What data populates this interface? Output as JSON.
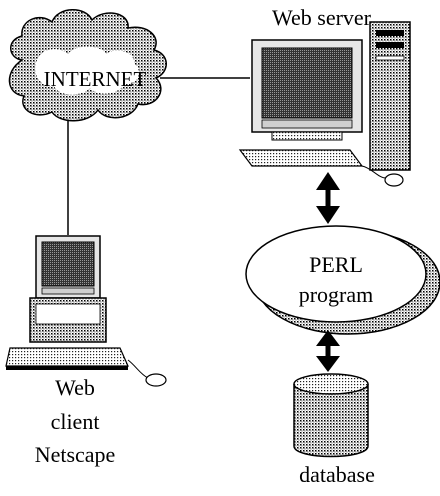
{
  "diagram": {
    "web_server_label": "Web server",
    "internet_label": "INTERNET",
    "perl_label_line1": "PERL",
    "perl_label_line2": "program",
    "client_label_line1": "Web",
    "client_label_line2": "client",
    "client_label_line3": "Netscape",
    "database_label": "database"
  },
  "icons": {
    "cloud": "cloud-icon",
    "server": "web-server-computer-icon",
    "client": "client-computer-icon",
    "arrow": "double-arrow-icon",
    "database": "database-cylinder-icon"
  },
  "colors": {
    "ink": "#000000",
    "background": "#ffffff"
  }
}
